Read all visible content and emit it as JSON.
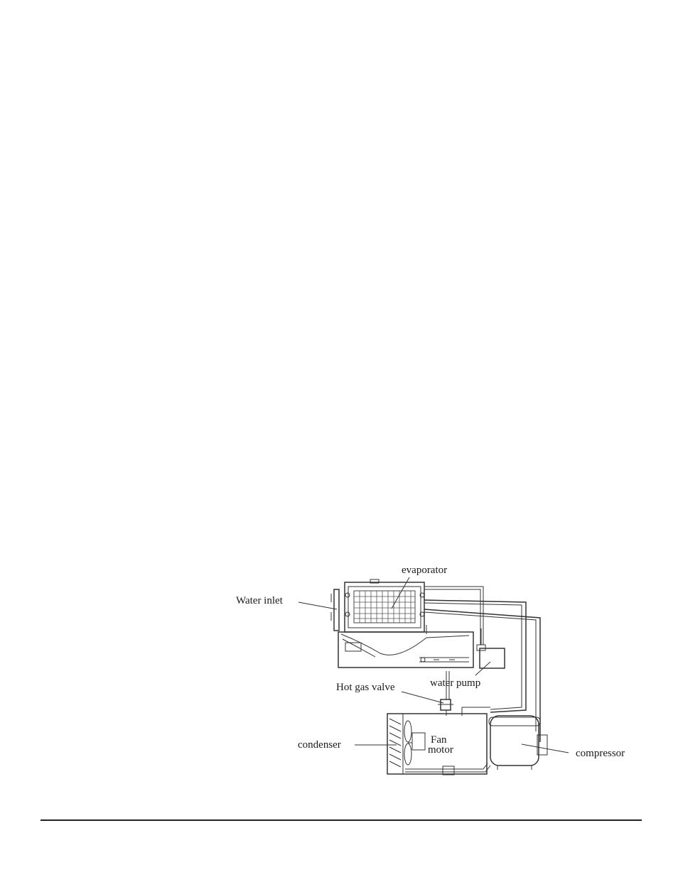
{
  "diagram": {
    "labels": {
      "evaporator": "evaporator",
      "water_inlet": "Water inlet",
      "water_pump": "water pump",
      "hot_gas_valve": "Hot gas valve",
      "condenser": "condenser",
      "fan_motor_line1": "Fan",
      "fan_motor_line2": "motor",
      "compressor": "compressor"
    }
  }
}
